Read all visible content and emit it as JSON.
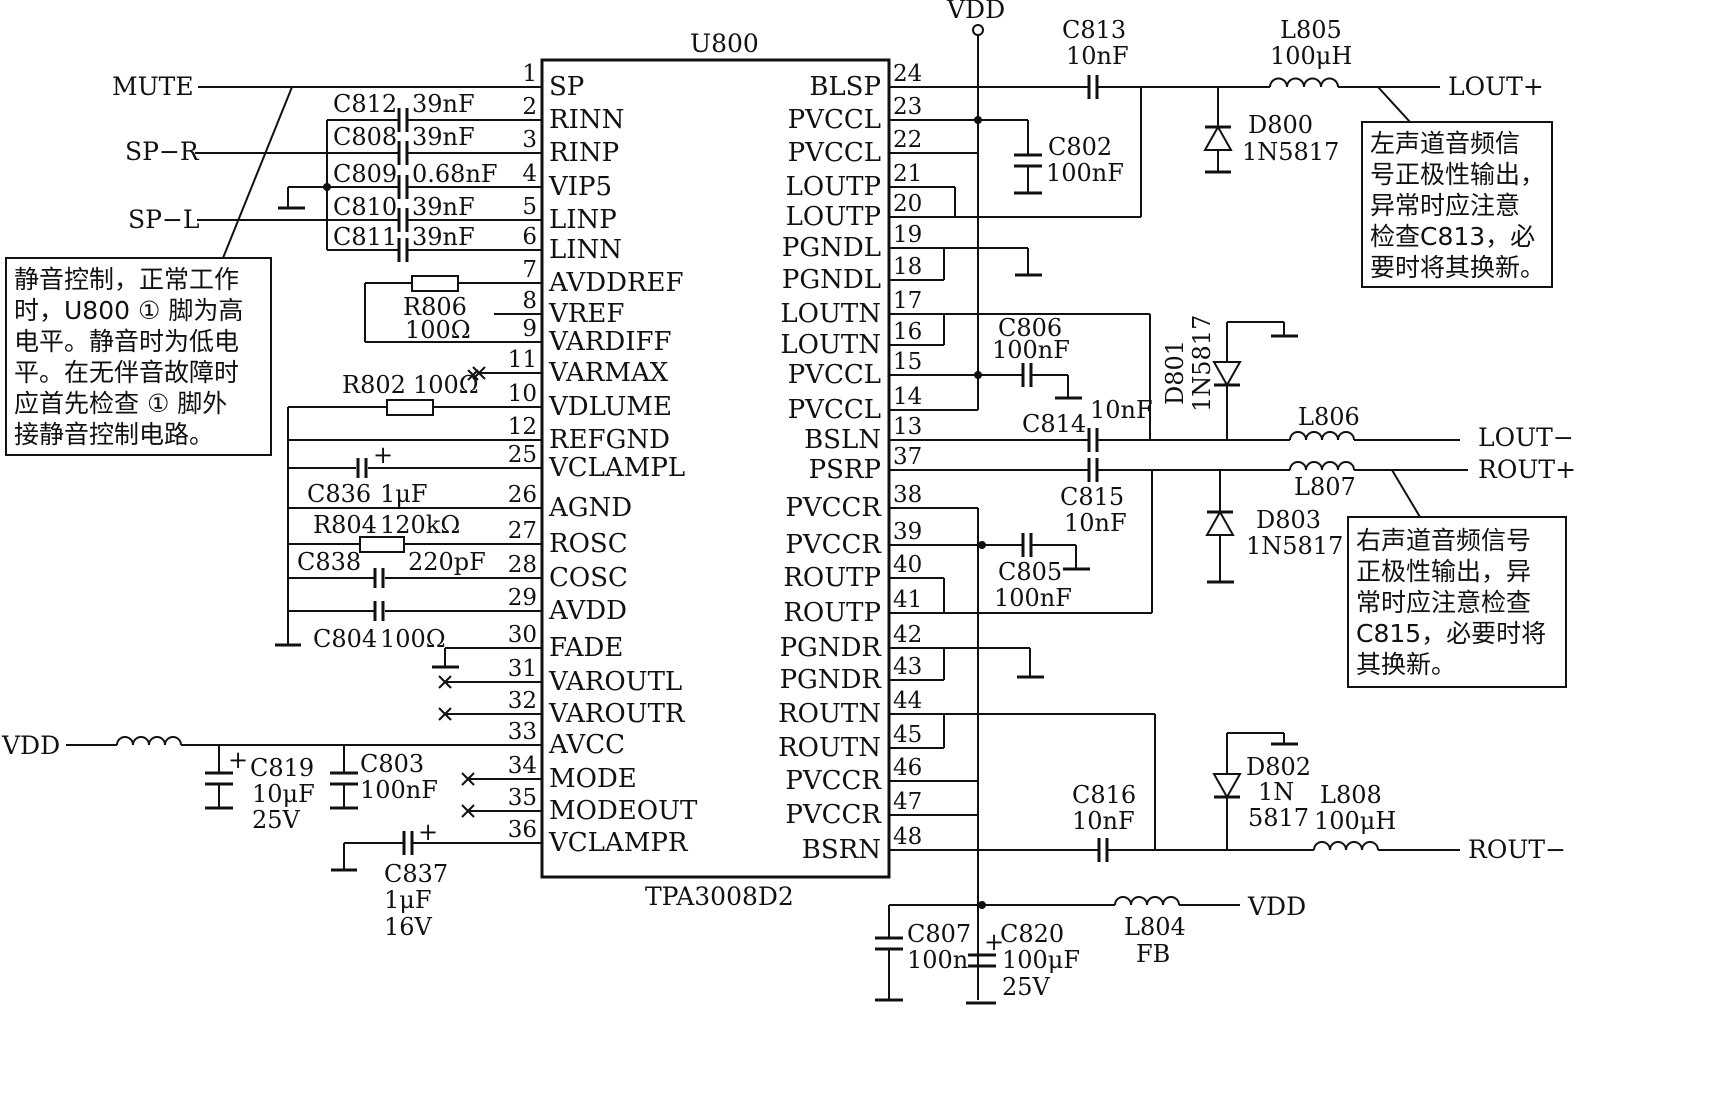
{
  "chip": {
    "ref": "U800",
    "part": "TPA3008D2"
  },
  "left_pins": [
    {
      "num": "1",
      "name": "SP"
    },
    {
      "num": "2",
      "name": "RINN"
    },
    {
      "num": "3",
      "name": "RINP"
    },
    {
      "num": "4",
      "name": "VIP5"
    },
    {
      "num": "5",
      "name": "LINP"
    },
    {
      "num": "6",
      "name": "LINN"
    },
    {
      "num": "7",
      "name": "AVDDREF"
    },
    {
      "num": "8",
      "name": "VREF"
    },
    {
      "num": "9",
      "name": "VARDIFF"
    },
    {
      "num": "11",
      "name": "VARMAX"
    },
    {
      "num": "10",
      "name": "VDLUME"
    },
    {
      "num": "12",
      "name": "REFGND"
    },
    {
      "num": "25",
      "name": "VCLAMPL"
    },
    {
      "num": "26",
      "name": "AGND"
    },
    {
      "num": "27",
      "name": "ROSC"
    },
    {
      "num": "28",
      "name": "COSC"
    },
    {
      "num": "29",
      "name": "AVDD"
    },
    {
      "num": "30",
      "name": "FADE"
    },
    {
      "num": "31",
      "name": "VAROUTL"
    },
    {
      "num": "32",
      "name": "VAROUTR"
    },
    {
      "num": "33",
      "name": "AVCC"
    },
    {
      "num": "34",
      "name": "MODE"
    },
    {
      "num": "35",
      "name": "MODEOUT"
    },
    {
      "num": "36",
      "name": "VCLAMPR"
    }
  ],
  "right_pins": [
    {
      "num": "24",
      "name": "BLSP"
    },
    {
      "num": "23",
      "name": "PVCCL"
    },
    {
      "num": "22",
      "name": "PVCCL"
    },
    {
      "num": "21",
      "name": "LOUTP"
    },
    {
      "num": "20",
      "name": "LOUTP"
    },
    {
      "num": "19",
      "name": "PGNDL"
    },
    {
      "num": "18",
      "name": "PGNDL"
    },
    {
      "num": "17",
      "name": "LOUTN"
    },
    {
      "num": "16",
      "name": "LOUTN"
    },
    {
      "num": "15",
      "name": "PVCCL"
    },
    {
      "num": "14",
      "name": "PVCCL"
    },
    {
      "num": "13",
      "name": "BSLN"
    },
    {
      "num": "37",
      "name": "PSRP"
    },
    {
      "num": "38",
      "name": "PVCCR"
    },
    {
      "num": "39",
      "name": "PVCCR"
    },
    {
      "num": "40",
      "name": "ROUTP"
    },
    {
      "num": "41",
      "name": "ROUTP"
    },
    {
      "num": "42",
      "name": "PGNDR"
    },
    {
      "num": "43",
      "name": "PGNDR"
    },
    {
      "num": "44",
      "name": "ROUTN"
    },
    {
      "num": "45",
      "name": "ROUTN"
    },
    {
      "num": "46",
      "name": "PVCCR"
    },
    {
      "num": "47",
      "name": "PVCCR"
    },
    {
      "num": "48",
      "name": "BSRN"
    }
  ],
  "nets": {
    "mute": "MUTE",
    "sp_r": "SP−R",
    "sp_l": "SP−L",
    "vdd": "VDD",
    "lout_p": "LOUT+",
    "lout_n": "LOUT−",
    "rout_p": "ROUT+",
    "rout_n": "ROUT−"
  },
  "components": {
    "c812": {
      "ref": "C812",
      "val": "39nF"
    },
    "c808": {
      "ref": "C808",
      "val": "39nF"
    },
    "c809": {
      "ref": "C809",
      "val": "0.68nF"
    },
    "c810": {
      "ref": "C810",
      "val": "39nF"
    },
    "c811": {
      "ref": "C811",
      "val": "39nF"
    },
    "r806": {
      "ref": "R806",
      "val": "100Ω"
    },
    "r802": {
      "ref": "R802",
      "val": "100Ω"
    },
    "c836": {
      "ref": "C836",
      "val": "1μF"
    },
    "r804": {
      "ref": "R804",
      "val": "120kΩ"
    },
    "c838": {
      "ref": "C838",
      "val": "220pF"
    },
    "c804": {
      "ref": "C804",
      "val": "100Ω"
    },
    "c819": {
      "ref": "C819",
      "val": "10μF",
      "volt": "25V"
    },
    "c803": {
      "ref": "C803",
      "val": "100nF"
    },
    "c837": {
      "ref": "C837",
      "val": "1μF",
      "volt": "16V"
    },
    "c813": {
      "ref": "C813",
      "val": "10nF"
    },
    "l805": {
      "ref": "L805",
      "val": "100μH"
    },
    "c802": {
      "ref": "C802",
      "val": "100nF"
    },
    "d800": {
      "ref": "D800",
      "val": "1N5817"
    },
    "c806": {
      "ref": "C806",
      "val": "100nF"
    },
    "d801": {
      "ref": "D801",
      "val": "1N5817"
    },
    "c814": {
      "ref": "C814",
      "val": "10nF"
    },
    "l806": {
      "ref": "L806"
    },
    "c815": {
      "ref": "C815",
      "val": "10nF"
    },
    "l807": {
      "ref": "L807"
    },
    "d803": {
      "ref": "D803",
      "val": "1N5817"
    },
    "c805": {
      "ref": "C805",
      "val": "100nF"
    },
    "d802": {
      "ref": "D802",
      "val1": "1N",
      "val2": "5817"
    },
    "c816": {
      "ref": "C816",
      "val": "10nF"
    },
    "l808": {
      "ref": "L808",
      "val": "100μH"
    },
    "c807": {
      "ref": "C807",
      "val": "100n"
    },
    "c820": {
      "ref": "C820",
      "val": "100μF",
      "volt": "25V"
    },
    "l804": {
      "ref": "L804",
      "val": "FB"
    }
  },
  "notes": {
    "mute_note": [
      "静音控制，正常工作",
      "时，U800 ① 脚为高",
      "电平。静音时为低电",
      "平。在无伴音故障时",
      "应首先检查 ① 脚外",
      "接静音控制电路。"
    ],
    "left_note": [
      "左声道音频信",
      "号正极性输出，",
      "异常时应注意",
      "检查C813，必",
      "要时将其换新。"
    ],
    "right_note": [
      "右声道音频信号",
      "正极性输出，异",
      "常时应注意检查",
      "C815，必要时将",
      "其换新。"
    ]
  }
}
